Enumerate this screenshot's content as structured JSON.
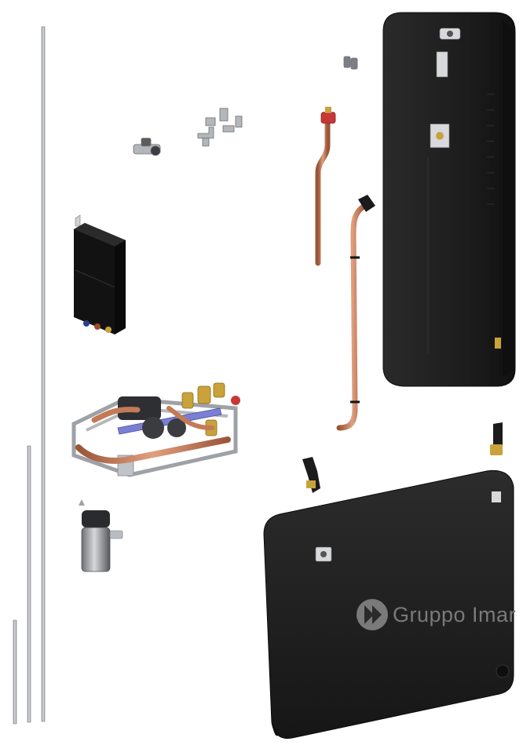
{
  "brand": {
    "name": "Gruppo Imar",
    "logo_icon": "double-chevron-logo-icon"
  },
  "colors": {
    "tank_body": "#1f1f1f",
    "tank_edge": "#0d0d0d",
    "copper": "#c27a57",
    "copper_dark": "#8e4f33",
    "steel": "#b9bcc0",
    "brass": "#c9a23a",
    "blue_bar": "#7b7fd4",
    "red_cap": "#c83737",
    "logo_gray": "#7a7a7a"
  },
  "components": [
    {
      "id": "tall-tank",
      "icon": "tall-water-tank-icon"
    },
    {
      "id": "flat-tank",
      "icon": "flat-water-tank-icon"
    },
    {
      "id": "control-box",
      "icon": "electronic-control-box-icon"
    },
    {
      "id": "hydraulic-module",
      "icon": "hydraulic-pump-module-icon"
    },
    {
      "id": "filter-pump",
      "icon": "filter-pump-icon"
    },
    {
      "id": "copper-pipe-short",
      "icon": "copper-pipe-icon"
    },
    {
      "id": "copper-pipe-long",
      "icon": "copper-pipe-icon"
    },
    {
      "id": "fittings",
      "icon": "pipe-fittings-icon"
    },
    {
      "id": "steel-rods",
      "icon": "steel-rod-icon"
    }
  ]
}
